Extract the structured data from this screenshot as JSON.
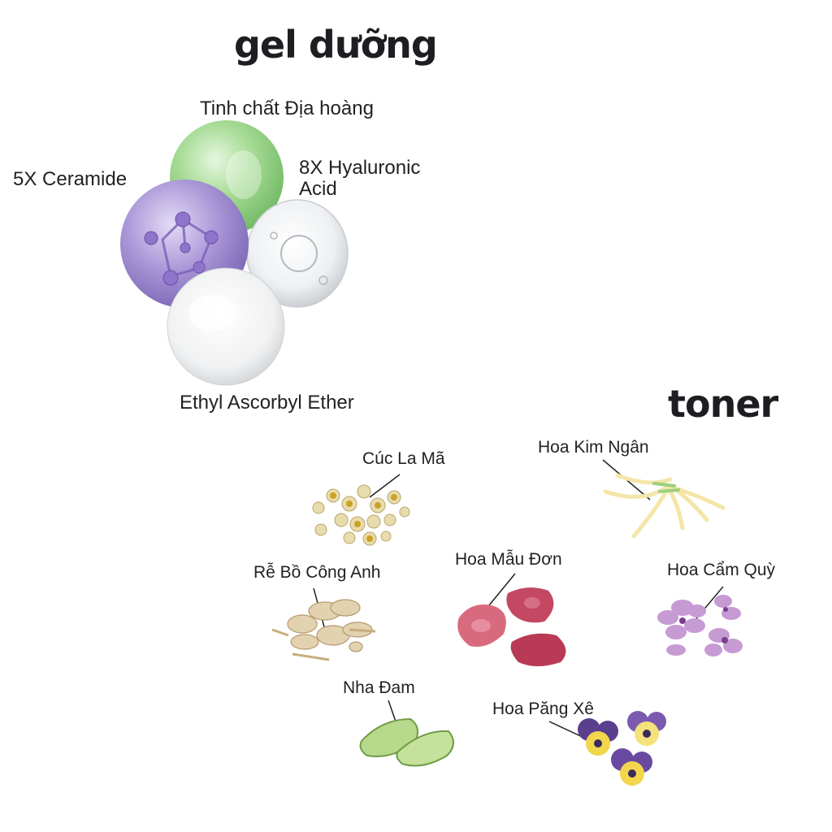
{
  "gel": {
    "title": "gel dưỡng",
    "ingredients": {
      "dia_hoang": "Tinh chất Địa hoàng",
      "ceramide": "5X Ceramide",
      "hyaluronic_1": "8X Hyaluronic",
      "hyaluronic_2": "Acid",
      "ethyl": "Ethyl Ascorbyl Ether"
    }
  },
  "toner": {
    "title": "toner",
    "ingredients": {
      "cuc_la_ma": "Cúc La Mã",
      "kim_ngan": "Hoa Kim Ngân",
      "bo_cong_anh": "Rễ Bồ Công Anh",
      "mau_don": "Hoa Mẫu Đơn",
      "cam_quy": "Hoa Cẩm Quỳ",
      "nha_dam": "Nha Đam",
      "pang_xe": "Hoa Păng Xê"
    }
  },
  "colors": {
    "title": "#1d1d22",
    "green_drop": "#9fd88f",
    "purple_drop": "#a995d6",
    "clear_drop": "#e9ecee"
  }
}
